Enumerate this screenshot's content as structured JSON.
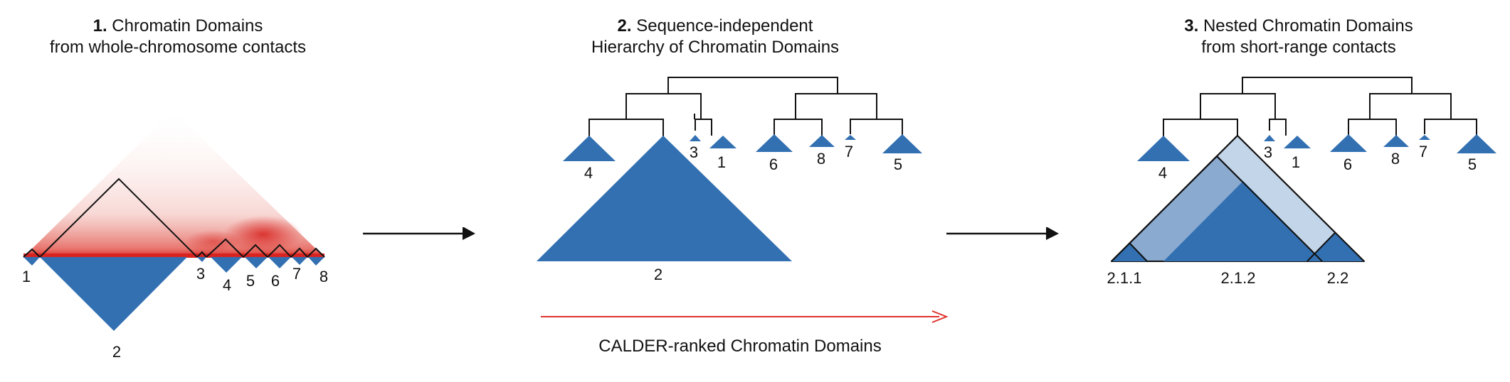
{
  "panel1": {
    "num": "1.",
    "title_line1": "Chromatin Domains",
    "title_line2": "from whole-chromosome contacts",
    "labels": [
      "1",
      "2",
      "3",
      "4",
      "5",
      "6",
      "7",
      "8"
    ]
  },
  "panel2": {
    "num": "2.",
    "title_line1": "Sequence-independent",
    "title_line2": "Hierarchy of Chromatin Domains",
    "leaf_labels": [
      "4",
      "3",
      "1",
      "6",
      "8",
      "7",
      "5"
    ],
    "big_label": "2",
    "arrow_caption": "CALDER-ranked Chromatin Domains"
  },
  "panel3": {
    "num": "3.",
    "title_line1": "Nested Chromatin Domains",
    "title_line2": "from short-range contacts",
    "leaf_labels": [
      "4",
      "3",
      "1",
      "6",
      "8",
      "7",
      "5"
    ],
    "sub_labels": [
      "2.1.1",
      "2.1.2",
      "2.2"
    ]
  },
  "colors": {
    "domain_blue": "#3270b2",
    "light_blue_1": "#8aaad0",
    "light_blue_2": "#c3d5e8",
    "heat_red": "#d8231f",
    "arrow_red": "#e0312b"
  }
}
